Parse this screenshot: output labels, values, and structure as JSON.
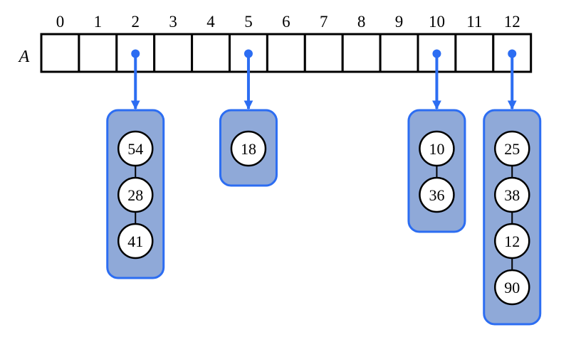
{
  "array": {
    "name": "A",
    "indices": [
      "0",
      "1",
      "2",
      "3",
      "4",
      "5",
      "6",
      "7",
      "8",
      "9",
      "10",
      "11",
      "12"
    ]
  },
  "buckets": [
    {
      "index": 2,
      "values": [
        "54",
        "28",
        "41"
      ]
    },
    {
      "index": 5,
      "values": [
        "18"
      ]
    },
    {
      "index": 10,
      "values": [
        "10",
        "36"
      ]
    },
    {
      "index": 12,
      "values": [
        "25",
        "38",
        "12",
        "90"
      ]
    }
  ],
  "colors": {
    "pointer": "#2c6df2",
    "bucket_fill": "#8fa9d8",
    "bucket_stroke": "#2c6df2",
    "node_fill": "#ffffff",
    "node_stroke": "#000000",
    "cell_stroke": "#000000"
  }
}
